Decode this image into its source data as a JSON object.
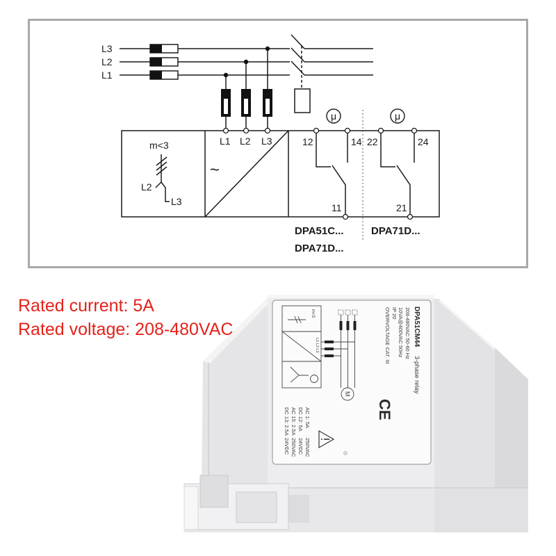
{
  "diagram": {
    "phase_labels": [
      "L3",
      "L2",
      "L1"
    ],
    "terminal_labels": [
      "L1",
      "L2",
      "L3"
    ],
    "monitor_label": "m<3",
    "sensor_labels": [
      "L2",
      "L3"
    ],
    "ac_symbol": "~",
    "relay_symbols": [
      "μ",
      "μ"
    ],
    "contact_labels": [
      "12",
      "14",
      "22",
      "24",
      "11",
      "21"
    ],
    "models_left": [
      "DPA51C...",
      "DPA71D..."
    ],
    "models_right": [
      "DPA71D..."
    ],
    "line_color": "#1a1a1a",
    "frame_color": "#a8a8a8"
  },
  "specs": {
    "rated_current": "Rated current: 5A",
    "rated_voltage": "Rated voltage: 208-480VAC",
    "text_color": "#e3231b"
  },
  "product_label": {
    "model": "DPA51CM44",
    "type": "3-phase relay",
    "info_lines": [
      "208-480VAC 50-60 Hz",
      "10VA@400VAC 50Hz",
      "IP 20",
      "OVERVOLTAGE CAT. III"
    ],
    "certification": "CE",
    "ratings": [
      {
        "load": "AC 1: 5A",
        "voltage": "250VAC"
      },
      {
        "load": "DC 12: 5A",
        "voltage": "24VDC"
      },
      {
        "load": "AC 15: 2.5A",
        "voltage": "250VAC"
      },
      {
        "load": "DC 13: 2.5A",
        "voltage": "24VDC"
      }
    ],
    "mini_diagram": {
      "monitor": "m<3",
      "phases": "L1 L2 L3",
      "motor": "M"
    },
    "warning_icon": "warning-triangle-icon"
  }
}
